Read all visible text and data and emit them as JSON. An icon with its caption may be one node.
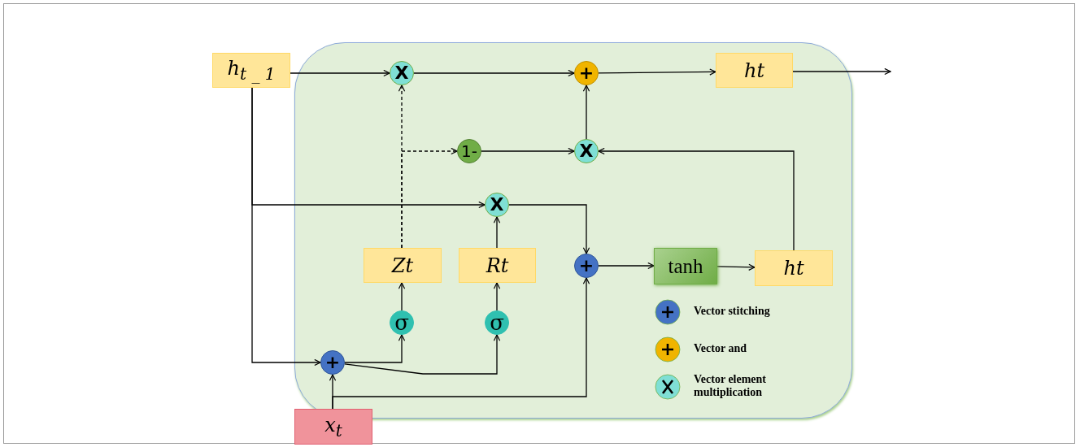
{
  "diagram": {
    "nodes": [
      {
        "text": [],
        "shape": "box"
      },
      {
        "text": [
          "h$_{t _ 1}$"
        ]
      },
      {
        "text": [
          "X"
        ],
        "in": 0
      },
      {
        "text": [
          "+"
        ],
        "in": 0
      },
      {
        "text": [
          "ht"
        ],
        "in": 0
      },
      {
        "text": [
          "1-"
        ],
        "in": 0
      },
      {
        "text": [
          "X"
        ],
        "in": 0
      },
      {
        "text": [
          "X"
        ],
        "in": 0
      },
      {
        "text": [
          "Zt"
        ],
        "in": 0
      },
      {
        "text": [
          "Rt"
        ],
        "in": 0
      },
      {
        "text": [
          "+"
        ],
        "in": 0
      },
      {
        "text": [
          "tanh"
        ],
        "in": 0
      },
      {
        "text": [
          "ht"
        ],
        "in": 0
      },
      {
        "text": [
          "σ"
        ],
        "in": 0
      },
      {
        "text": [
          "σ"
        ],
        "in": 0
      },
      {
        "text": [
          "+"
        ],
        "in": 0
      },
      {
        "text": [
          "x$_{t}$"
        ]
      }
    ],
    "edges": [
      {
        "from": 1,
        "to": 2,
        "arrow": "to"
      },
      {
        "from": 2,
        "to": 3,
        "arrow": "to"
      },
      {
        "from": 3,
        "to": 4,
        "arrow": "to"
      },
      {
        "from": 4,
        "to": null,
        "arrow": "to"
      },
      {
        "from": 6,
        "to": 3,
        "arrow": "to"
      },
      {
        "from": 5,
        "to": 6,
        "arrow": "to"
      },
      {
        "from": 12,
        "to": 6,
        "arrow": "to"
      },
      {
        "from": 8,
        "to": 2,
        "arrow": "to",
        "style": "dashed"
      },
      {
        "from": 8,
        "to": 5,
        "arrow": "to",
        "style": "dashed"
      },
      {
        "from": 1,
        "to": 7,
        "arrow": "to"
      },
      {
        "from": 1,
        "to": 15,
        "arrow": "to"
      },
      {
        "from": 7,
        "to": 10,
        "arrow": "to"
      },
      {
        "from": 9,
        "to": 7,
        "arrow": "to"
      },
      {
        "from": 13,
        "to": 8,
        "arrow": "to"
      },
      {
        "from": 14,
        "to": 9,
        "arrow": "to"
      },
      {
        "from": 15,
        "to": 13,
        "arrow": "to"
      },
      {
        "from": 15,
        "to": 14,
        "arrow": "to"
      },
      {
        "from": 16,
        "to": 15,
        "arrow": "to"
      },
      {
        "from": 16,
        "to": 10,
        "arrow": "to"
      },
      {
        "from": 10,
        "to": 11,
        "arrow": "to"
      },
      {
        "from": 11,
        "to": 12,
        "arrow": "to"
      }
    ],
    "legend": [
      {
        "text": "Vector stitching",
        "color": "#4472c4"
      },
      {
        "text": "Vector and",
        "color": "#f0b400"
      },
      {
        "text": "Vector element multiplication",
        "color": "#7fdfd5"
      }
    ]
  }
}
